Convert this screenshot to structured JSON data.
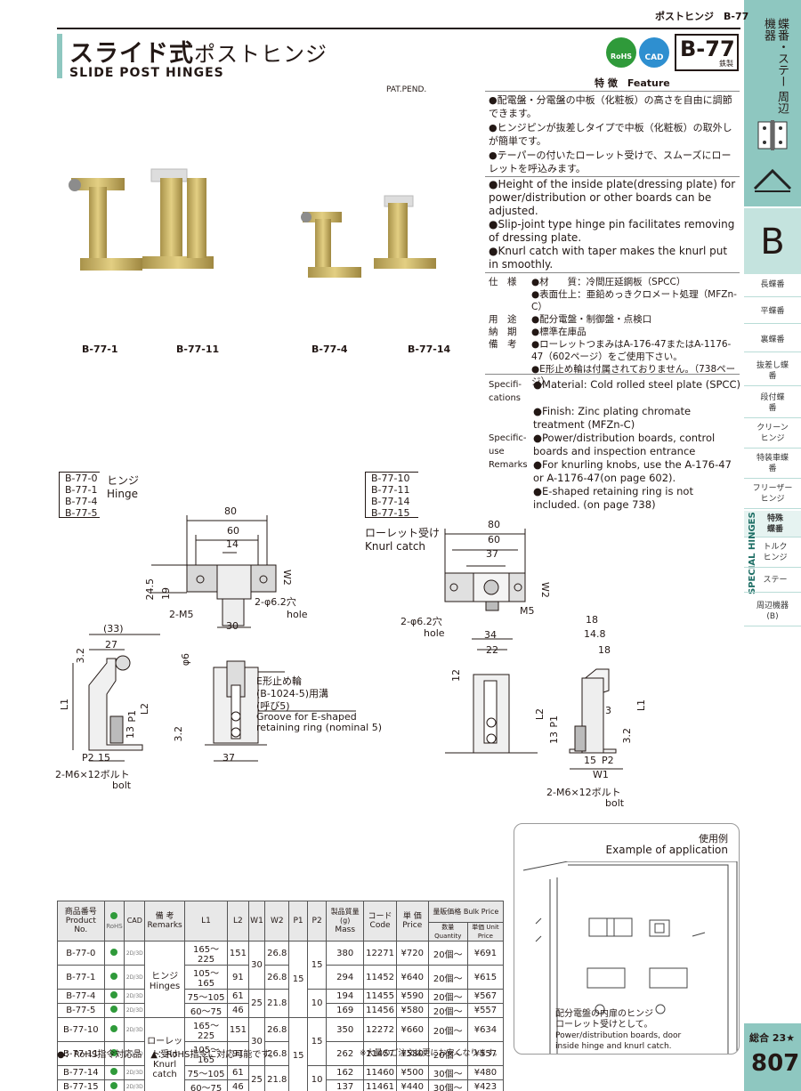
{
  "header": {
    "top_label": "ポストヒンジ　B-77",
    "title_jp_bold": "スライド式",
    "title_jp_rest": "ポストヒンジ",
    "title_en": "SLIDE POST HINGES",
    "pat": "PAT.PEND.",
    "rohs_badge": "RoHS",
    "cad_badge": "CAD",
    "model": "B-77",
    "material_tag": "鉄製"
  },
  "sidebar": {
    "category_jp": "蝶番・ステー 周辺機器",
    "letter": "B",
    "items": [
      "長蝶番",
      "平蝶番",
      "裏蝶番",
      "抜差し蝶番",
      "段付蝶番",
      "クリーンヒンジ",
      "特装車蝶番",
      "フリーザーヒンジ",
      "特殊蝶番",
      "トルクヒンジ",
      "ステー",
      "周辺機器(B)"
    ],
    "special": "SPECIAL HINGES",
    "total_label": "総合",
    "total_value": "23★",
    "page": "807"
  },
  "photos": {
    "labels": [
      "B-77-1",
      "B-77-11",
      "B-77-4",
      "B-77-14"
    ]
  },
  "feature": {
    "heading": "特 徴　Feature",
    "jp": [
      "●配電盤・分電盤の中板（化粧板）の高さを自由に調節できます。",
      "●ヒンジピンが抜差しタイプで中板（化粧板）の取外しが簡単です。",
      "●テーパーの付いたローレット受けで、スムーズにローレットを呼込みます。"
    ],
    "en": [
      "●Height of the inside plate(dressing plate) for power/distribution or other boards can be adjusted.",
      "●Slip-joint type hinge pin facilitates removing of dressing plate.",
      "●Knurl catch with taper makes the knurl put in smoothly."
    ]
  },
  "spec_jp": {
    "rows": [
      {
        "k": "仕　様",
        "v": "●材　　質：冷間圧延鋼板（SPCC）"
      },
      {
        "k": "",
        "v": "●表面仕上：亜鉛めっきクロメート処理（MFZn-C）"
      },
      {
        "k": "用　途",
        "v": "●配分電盤・制御盤・点検口"
      },
      {
        "k": "納　期",
        "v": "●標準在庫品"
      },
      {
        "k": "備　考",
        "v": "●ローレットつまみはA-176-47またはA-1176-47（602ページ）をご使用下さい。"
      },
      {
        "k": "",
        "v": "●E形止め輪は付属されておりません。（738ページ）"
      }
    ]
  },
  "spec_en": {
    "rows": [
      {
        "k": "Specifi-cations",
        "v": "●Material: Cold rolled steel plate (SPCC)"
      },
      {
        "k": "",
        "v": "●Finish: Zinc plating chromate treatment (MFZn-C)"
      },
      {
        "k": "Specific-use",
        "v": "●Power/distribution boards, control boards and inspection entrance"
      },
      {
        "k": "Remarks",
        "v": "●For knurling knobs, use the A-176-47 or A-1176-47(on page 602)."
      },
      {
        "k": "",
        "v": "●E-shaped retaining ring is not included. (on page 738)"
      }
    ]
  },
  "drawing_left": {
    "models": [
      "B-77-0",
      "B-77-1",
      "B-77-4",
      "B-77-5"
    ],
    "name_jp": "ヒンジ",
    "name_en": "Hinge",
    "dims": [
      "80",
      "60",
      "14",
      "W2",
      "24.5",
      "19",
      "2-M5",
      "30",
      "2-φ6.2穴",
      "hole",
      "(33)",
      "27",
      "3.2",
      "L1",
      "P1",
      "L2",
      "13",
      "P2",
      "15",
      "2-M6×12ボルト",
      "bolt",
      "φ6",
      "E形止め輪",
      "(B-1024-5)用溝",
      "(呼び5)",
      "Groove for E-shaped",
      "retaining ring (nominal 5)",
      "3.2",
      "37"
    ]
  },
  "drawing_right": {
    "models": [
      "B-77-10",
      "B-77-11",
      "B-77-14",
      "B-77-15"
    ],
    "name_jp": "ローレット受け",
    "name_en": "Knurl catch",
    "dims": [
      "80",
      "60",
      "37",
      "W2",
      "M5",
      "2-φ6.2穴",
      "hole",
      "34",
      "22",
      "12",
      "18",
      "14.8",
      "18",
      "L2",
      "P1",
      "13",
      "3",
      "L1",
      "3.2",
      "15",
      "P2",
      "W1",
      "2-M6×12ボルト",
      "bolt"
    ]
  },
  "application": {
    "title_jp": "使用例",
    "title_en": "Example of application",
    "caption": [
      "配分電盤の内扉のヒンジ",
      "ローレット受けとして。",
      "Power/distribution boards, door",
      "inside hinge and knurl catch."
    ]
  },
  "table": {
    "headers": {
      "product": [
        "商品番号",
        "Product No."
      ],
      "rohs": "RoHS",
      "cad": "CAD",
      "remarks": [
        "備 考",
        "Remarks"
      ],
      "l1": "L1",
      "l2": "L2",
      "w1": "W1",
      "w2": "W2",
      "p1": "P1",
      "p2": "P2",
      "mass": [
        "製品質量(g)",
        "Mass"
      ],
      "code": [
        "コード",
        "Code"
      ],
      "price": [
        "単 価",
        "Price"
      ],
      "bulk": "量販価格 Bulk Price",
      "qty": "数量 Quantity",
      "unit": "単価 Unit Price"
    },
    "group_remarks": [
      [
        "ヒンジ",
        "Hinges"
      ],
      [
        "ローレット受け",
        "Knurl catch"
      ]
    ],
    "rows": [
      {
        "no": "B-77-0",
        "cad": "2D/3D",
        "l1": "165〜225",
        "l2": "151",
        "w2": "26.8",
        "mass": "380",
        "code": "12271",
        "price": "¥720",
        "qty": "20個〜",
        "unit": "¥691"
      },
      {
        "no": "B-77-1",
        "cad": "2D/3D",
        "l1": "105〜165",
        "l2": "91",
        "w2": "26.8",
        "mass": "294",
        "code": "11452",
        "price": "¥640",
        "qty": "20個〜",
        "unit": "¥615"
      },
      {
        "no": "B-77-4",
        "cad": "2D/3D",
        "l1": "75〜105",
        "l2": "61",
        "w2": "21.8",
        "mass": "194",
        "code": "11455",
        "price": "¥590",
        "qty": "20個〜",
        "unit": "¥567"
      },
      {
        "no": "B-77-5",
        "cad": "2D/3D",
        "l1": "60〜75",
        "l2": "46",
        "w2": "",
        "mass": "169",
        "code": "11456",
        "price": "¥580",
        "qty": "20個〜",
        "unit": "¥557"
      },
      {
        "no": "B-77-10",
        "cad": "2D/3D",
        "l1": "165〜225",
        "l2": "151",
        "w2": "26.8",
        "mass": "350",
        "code": "12272",
        "price": "¥660",
        "qty": "20個〜",
        "unit": "¥634"
      },
      {
        "no": "B-77-11",
        "cad": "2D/3D",
        "l1": "105〜165",
        "l2": "91",
        "w2": "26.8",
        "mass": "262",
        "code": "11457",
        "price": "¥580",
        "qty": "20個〜",
        "unit": "¥557"
      },
      {
        "no": "B-77-14",
        "cad": "2D/3D",
        "l1": "75〜105",
        "l2": "61",
        "w2": "21.8",
        "mass": "162",
        "code": "11460",
        "price": "¥500",
        "qty": "30個〜",
        "unit": "¥480"
      },
      {
        "no": "B-77-15",
        "cad": "2D/3D",
        "l1": "60〜75",
        "l2": "46",
        "w2": "",
        "mass": "137",
        "code": "11461",
        "price": "¥440",
        "qty": "30個〜",
        "unit": "¥423"
      }
    ],
    "merged": {
      "w1_a": "30",
      "w1_b": "25",
      "p1": "15",
      "p2_a": "15",
      "p2_b": "10",
      "w1_c": "30",
      "w1_d": "25",
      "p1_b": "15",
      "p2_c": "15",
      "p2_d": "10"
    },
    "footnote_left": "●：RoHS指令対応品　▲：RoHS指令に対応可能です。",
    "footnote_right": "※大量のご注文は更にお安くなります。"
  },
  "colors": {
    "teal": "#8ec7c0",
    "rohs_green": "#2f9a3a",
    "cad_blue": "#2e8fd0",
    "metal_gold": "#c9b15a"
  }
}
